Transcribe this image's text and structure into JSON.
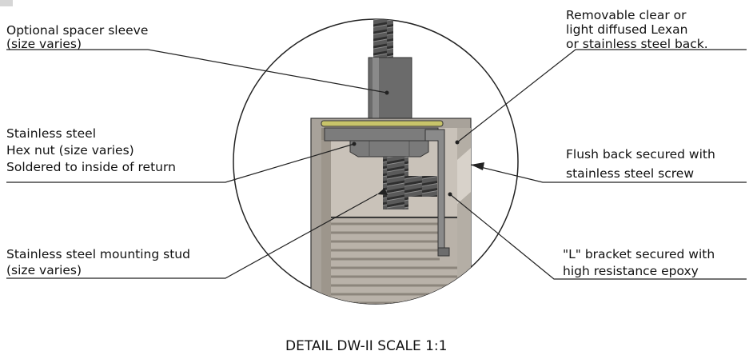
{
  "labels": {
    "spacer": [
      "Optional spacer sleeve",
      "(size varies)"
    ],
    "back": [
      "Removable clear or",
      "light diffused Lexan",
      "or stainless steel back."
    ],
    "hexnut": [
      "Stainless steel",
      "Hex nut (size varies)",
      "Soldered to inside of return"
    ],
    "flush": [
      "Flush back secured with",
      "stainless steel screw"
    ],
    "stud": [
      "Stainless steel mounting stud",
      "(size varies)"
    ],
    "bracket": [
      "\"L\" bracket secured with",
      "high resistance epoxy"
    ]
  },
  "caption": "DETAIL DW-II SCALE 1:1",
  "colors": {
    "casing": "#a8a29a",
    "interior": "#c9c2b9",
    "metal": "#6e6e6e",
    "plate": "#c8c46a",
    "sheet": "#d9d4cc"
  }
}
